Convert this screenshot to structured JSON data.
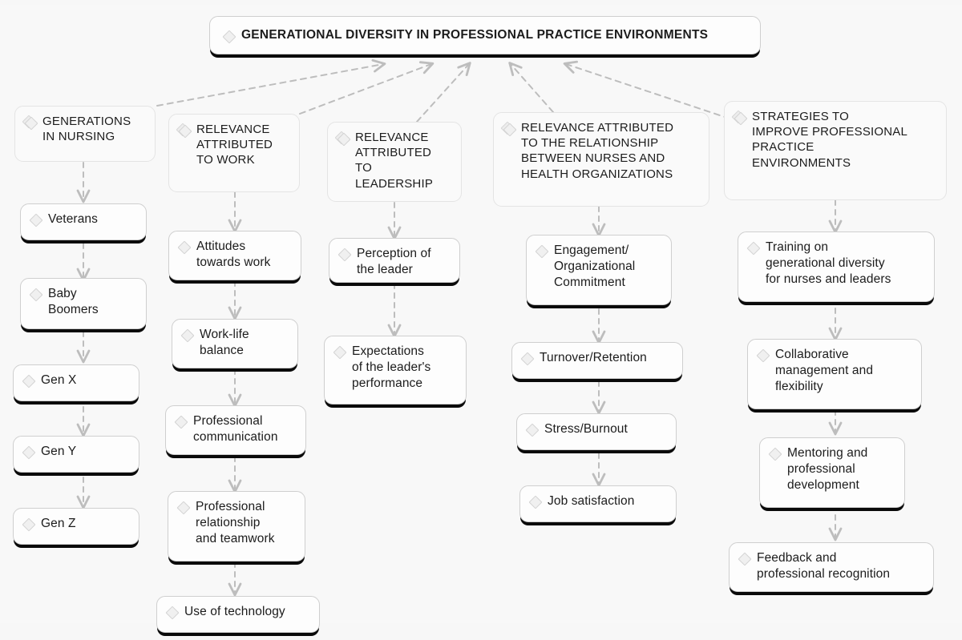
{
  "diagram": {
    "title_node": {
      "label": "GENERATIONAL DIVERSITY IN PROFESSIONAL PRACTICE ENVIRONMENTS",
      "icon": "diamond-icon"
    },
    "background_color": "#f7f7f7",
    "node_fill": "#ffffff",
    "node_border": "#d3d3d3",
    "leaf_base_color": "#0a0a0a",
    "edge_color": "#bdbdbd",
    "branches": [
      {
        "header": "GENERATIONS\nIN NURSING",
        "items": [
          "Veterans",
          "Baby\nBoomers",
          "Gen X",
          "Gen Y",
          "Gen Z"
        ]
      },
      {
        "header": "RELEVANCE\nATTRIBUTED\nTO WORK",
        "items": [
          "Attitudes\ntowards work",
          "Work-life\nbalance",
          "Professional\ncommunication",
          "Professional\nrelationship\nand teamwork",
          "Use of technology"
        ]
      },
      {
        "header": "RELEVANCE\nATTRIBUTED TO\nLEADERSHIP",
        "items": [
          "Perception of\nthe leader",
          "Expectations\nof the leader's\nperformance"
        ]
      },
      {
        "header": "RELEVANCE ATTRIBUTED\nTO THE RELATIONSHIP\nBETWEEN NURSES AND\nHEALTH ORGANIZATIONS",
        "items": [
          "Engagement/\nOrganizational\nCommitment",
          "Turnover/Retention",
          "Stress/Burnout",
          "Job satisfaction"
        ]
      },
      {
        "header": "STRATEGIES TO\nIMPROVE PROFESSIONAL\nPRACTICE\nENVIRONMENTS",
        "items": [
          "Training on\ngenerational diversity\nfor nurses and leaders",
          "Collaborative\nmanagement and\nflexibility",
          "Mentoring and\nprofessional\ndevelopment",
          "Feedback and\nprofessional recognition"
        ]
      }
    ]
  }
}
